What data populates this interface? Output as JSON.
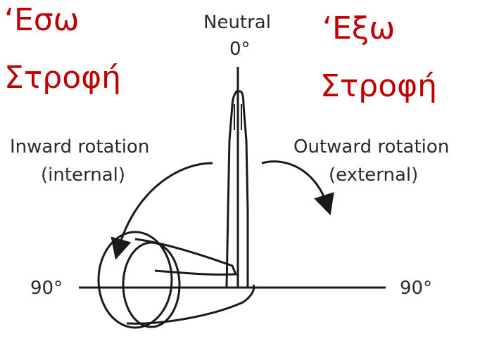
{
  "title_left": {
    "line1": "‘Εσω",
    "line2": "Στροφή"
  },
  "title_right": {
    "line1": "‘Εξω",
    "line2": "Στροφή"
  },
  "neutral": {
    "label": "Neutral",
    "degrees": "0°"
  },
  "inward": {
    "line1": "Inward rotation",
    "line2": "(internal)"
  },
  "outward": {
    "line1": "Outward rotation",
    "line2": "(external)"
  },
  "left_degrees": "90°",
  "right_degrees": "90°",
  "colors": {
    "title": "#c00000",
    "ink": "#1a1a1a"
  }
}
